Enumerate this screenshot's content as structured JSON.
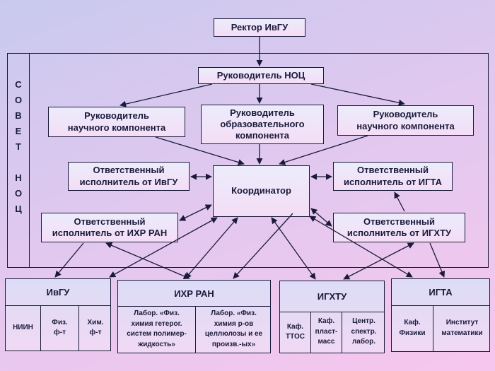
{
  "rector": "Ректор ИвГУ",
  "sovet_letters": [
    "С",
    "О",
    "В",
    "Е",
    "Т",
    "",
    "Н",
    "О",
    "Ц"
  ],
  "head_noc": "Руководитель НОЦ",
  "sci_left": "Руководитель\nнаучного компонента",
  "edu": "Руководитель\nобразовательного\nкомпонента",
  "sci_right": "Руководитель\nнаучного компонента",
  "resp_ivgu": "Ответственный\nисполнитель от ИвГУ",
  "resp_igta": "Ответственный\nисполнитель от ИГТА",
  "coordinator": "Координатор",
  "resp_ihr": "Ответственный\nисполнитель от ИХР РАН",
  "resp_igxtu": "Ответственный\nисполнитель от ИГХТУ",
  "orgs": {
    "ivgu": {
      "title": "ИвГУ",
      "cells": [
        "НИИН",
        "Физ.\nф-т",
        "Хим.\nф-т"
      ]
    },
    "ihr": {
      "title": "ИХР РАН",
      "cells": [
        "Лабор.  «Физ.\nхимия гетерог.\nсистем полимер-\nжидкость»",
        "Лабор. «Физ.\nхимия р-ов\nцеллюлозы и ее\nпроизв.-ых»"
      ]
    },
    "igxtu": {
      "title": "ИГХТУ",
      "cells": [
        "Каф.\nТТОС",
        "Каф.\nпласт-\nмасс",
        "Центр.\nспектр.\nлабор."
      ]
    },
    "igta": {
      "title": "ИГТА",
      "cells": [
        "Каф.\nФизики",
        "Институт\nматематики"
      ]
    }
  }
}
